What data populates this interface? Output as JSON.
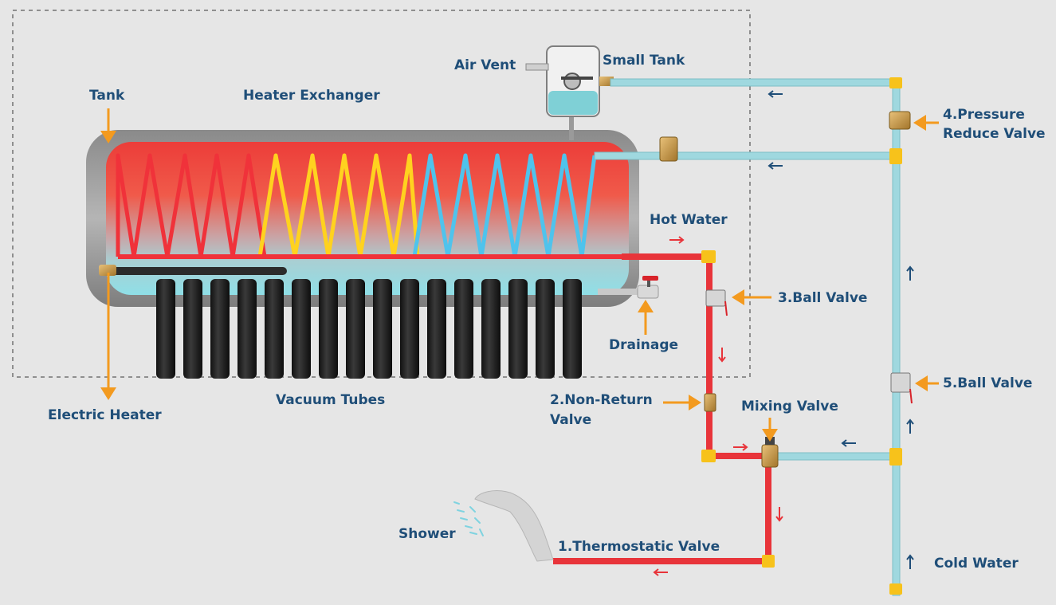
{
  "labels": {
    "tank": "Tank",
    "heater_exchanger": "Heater Exchanger",
    "air_vent": "Air Vent",
    "small_tank": "Small Tank",
    "pressure_reduce_valve_1": "4.Pressure",
    "pressure_reduce_valve_2": "Reduce Valve",
    "hot_water": "Hot Water",
    "ball_valve_3": "3.Ball Valve",
    "drainage": "Drainage",
    "ball_valve_5": "5.Ball Valve",
    "non_return_valve_1": "2.Non-Return",
    "non_return_valve_2": "Valve",
    "mixing_valve": "Mixing Valve",
    "electric_heater": "Electric Heater",
    "vacuum_tubes": "Vacuum Tubes",
    "shower": "Shower",
    "thermostatic_valve": "1.Thermostatic Valve",
    "cold_water": "Cold Water"
  },
  "colors": {
    "background": "#e6e6e6",
    "label_text": "#1f4e78",
    "pointer_arrow": "#f39a1f",
    "hot_pipe": "#e8343a",
    "cold_pipe": "#9fd8df",
    "fitting": "#f7c21b",
    "flow_arrow_hot": "#e8343a",
    "flow_arrow_cold": "#1f4e78",
    "coil_red": "#f0323a",
    "coil_yellow": "#ffd21f",
    "coil_blue": "#4fc3ec",
    "tube": "#1c1c1c"
  }
}
